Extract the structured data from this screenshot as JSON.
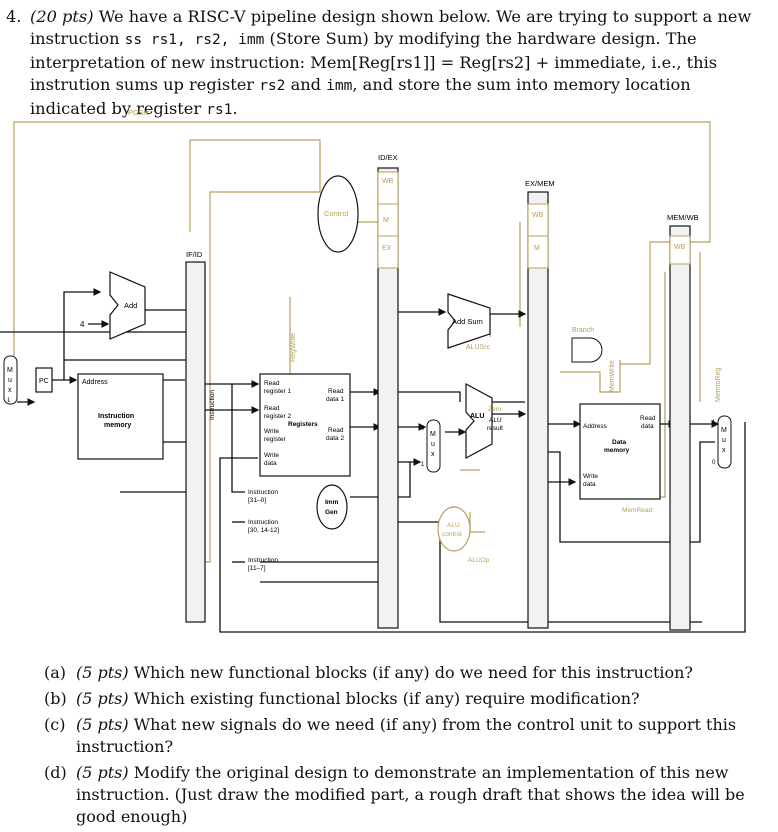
{
  "question": {
    "number": "4.",
    "points": "(20 pts)",
    "intro_1": "We have a RISC-V pipeline design shown below. We are trying to support a new instruction",
    "instr": "ss rs1, rs2, imm",
    "intro_2": "(Store Sum) by modifying the hardware design. The interpretation of new instruction: Mem[Reg[rs1]] = Reg[rs2] + immediate, i.e., this instrution sums up register",
    "rs2": "rs2",
    "and": "and",
    "imm": "imm",
    "intro_3": ", and store the sum into memory location indicated by register",
    "rs1": "rs1",
    "period": "."
  },
  "diagram": {
    "labels": {
      "pcsrc": "PCSrc",
      "idex": "ID/EX",
      "exmem": "EX/MEM",
      "memwb": "MEM/WB",
      "ifid": "IF/ID",
      "control": "Control",
      "wb": "WB",
      "m": "M",
      "ex": "EX",
      "add": "Add",
      "four": "4",
      "add_sum": "Add Sum",
      "alusrc": "ALUSrc",
      "branch": "Branch",
      "regwrite": "RegWrite",
      "memwrite": "MemWrite",
      "memtoreg": "MemtoReg",
      "pc": "PC",
      "address": "Address",
      "instruction_memory_1": "Instruction",
      "instruction_memory_2": "memory",
      "instruction_vert": "Instruction",
      "read_register_1a": "Read",
      "read_register_1b": "register 1",
      "read_register_2a": "Read",
      "read_register_2b": "register 2",
      "write_register_a": "Write",
      "write_register_b": "register",
      "write_data_a": "Write",
      "write_data_b": "data",
      "registers": "Registers",
      "read_data_1a": "Read",
      "read_data_1b": "data 1",
      "read_data_2a": "Read",
      "read_data_2b": "data 2",
      "zero": "Zero",
      "alu": "ALU",
      "alu_result_1": "ALU",
      "alu_result_2": "result",
      "dm_address": "Address",
      "dm_read_1": "Read",
      "dm_read_2": "data",
      "dm_data_1": "Data",
      "dm_data_2": "memory",
      "dm_write_1": "Write",
      "dm_write_2": "data",
      "memread": "MemRead",
      "imm_gen_1": "Imm",
      "imm_gen_2": "Gen",
      "alu_control_1": "ALU",
      "alu_control_2": "control",
      "aluop": "ALUOp",
      "instr_31_0_a": "Instruction",
      "instr_31_0_b": "[31–0]",
      "instr_30_a": "Instruction",
      "instr_30_b": "[30, 14-12]",
      "instr_11_7_a": "Instruction",
      "instr_11_7_b": "[11–7]",
      "mux_letters": [
        "M",
        "u",
        "x"
      ],
      "mux_zero": "0",
      "mux_one": "1"
    },
    "colors": {
      "control_signal": "#b8a05a",
      "wire": "#111111",
      "register": "#f2f2f2"
    }
  },
  "parts": [
    {
      "label": "(a)",
      "points": "(5 pts)",
      "text": "Which new functional blocks (if any) do we need for this instruction?"
    },
    {
      "label": "(b)",
      "points": "(5 pts)",
      "text": "Which existing functional blocks (if any) require modification?"
    },
    {
      "label": "(c)",
      "points": "(5 pts)",
      "text": "What new signals do we need (if any) from the control unit to support this instruction?"
    },
    {
      "label": "(d)",
      "points": "(5 pts)",
      "text": "Modify the original design to demonstrate an implementation of this new instruction. (Just draw the modified part, a rough draft that shows the idea will be good enough)"
    }
  ]
}
